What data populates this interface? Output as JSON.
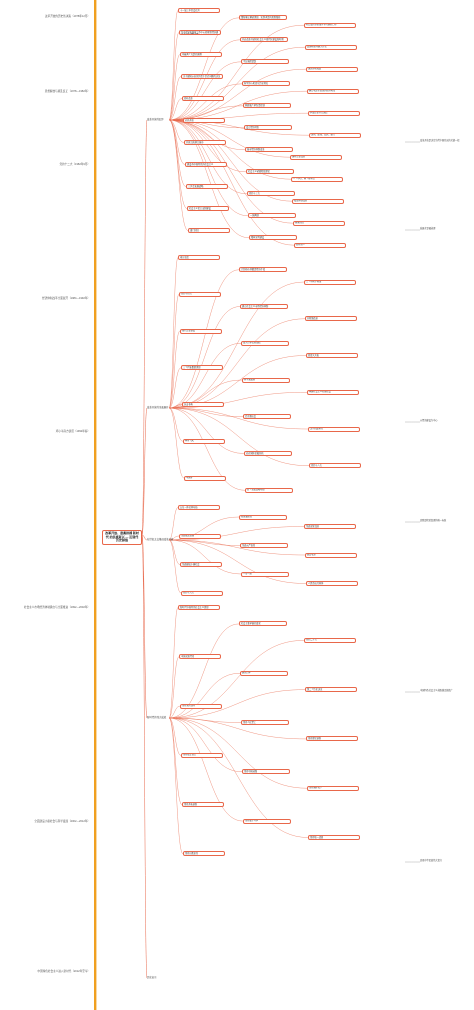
{
  "page": {
    "root_title": "改革开放、奋勇拼搏 新时代  的民族复兴 — 近现代历史脉络"
  },
  "colors": {
    "timeline": "#f0a020",
    "connector": "#e8674a",
    "node_border": "#e8674a"
  },
  "timeline": {
    "labels": [
      "改革开放的历史性决策（1978年12月）",
      "思想解放与拨乱反正（1978—1982年）",
      "党的十二大（1982年9月）",
      "经济体制改革全面展开（1984—1992年）",
      "邓小平南方谈话（1992年春）",
      "社会主义市场经济体制确立与全面推进（1992—2002年）",
      "全面建设小康社会与科学发展（2002—2012年）",
      "中国特色社会主义进入新时代（2012年至今）"
    ]
  },
  "branches": [
    {
      "label": "改革开放的起步"
    },
    {
      "label": "改革开放的全面展开"
    },
    {
      "label": "在世纪之交推进改革开放"
    },
    {
      "label": "新时代的伟大成就"
    },
    {
      "label": "历史启示"
    }
  ],
  "nodes": [
    "十一届三中全会召开",
    "重新确立解放思想、实事求是的思想路线",
    "停止使用以阶级斗争为纲的口号",
    "作出把党和国家工作中心转移到经济建设上来的战略决策",
    "开启改革开放和社会主义现代化建设新时期",
    "真理标准问题大讨论",
    "冲破两个凡是的束缚",
    "平反冤假错案",
    "落实各项政策",
    "关于建国以来党的若干历史问题的决议",
    "科学评价毛泽东历史地位",
    "确立毛泽东思想的指导地位",
    "农村改革",
    "家庭联产承包责任制",
    "乡镇企业异军突起",
    "对外开放",
    "设立经济特区",
    "深圳、珠海、汕头、厦门",
    "开放沿海港口城市",
    "城市经济体制改革",
    "国有企业改革",
    "建设有中国特色的社会主义",
    "社会主义初级阶段理论",
    "一个中心、两个基本点",
    "三步走发展战略",
    "党的十三大",
    "政治体制改革",
    "社会主义民主法制建设",
    "一国两制",
    "香港回归",
    "澳门回归",
    "精神文明建设",
    "四有新人",
    "南方谈话",
    "计划和市场都是经济手段",
    "三个有利于标准",
    "党的十四大",
    "建立社会主义市场经济体制",
    "分税制改革",
    "现代企业制度",
    "加入世界贸易组织",
    "西部大开发",
    "三个代表重要思想",
    "科学发展观",
    "构建社会主义和谐社会",
    "抗击非典",
    "北京奥运会",
    "汶川抗震救灾",
    "神舟飞天",
    "应对国际金融危机",
    "党的十八大",
    "中国梦",
    "四个全面战略布局",
    "五位一体总体布局",
    "新发展理念",
    "全面深化改革",
    "全面依法治国",
    "全面从严治党",
    "脱贫攻坚",
    "全面建成小康社会",
    "一带一路",
    "人类命运共同体",
    "党的十九大",
    "新时代中国特色社会主义思想",
    "社会主要矛盾的变化",
    "党的二十大",
    "中国式现代化",
    "建党百年",
    "第二个历史决议",
    "坚持党的领导",
    "坚持人民至上",
    "坚持理论创新",
    "坚持独立自主",
    "坚持中国道路",
    "坚持胸怀天下",
    "坚持开拓创新",
    "坚持敢于斗争",
    "坚持统一战线",
    "坚持自我革命"
  ],
  "notes": [
    "改革开放是决定当代中国命运的关键一招",
    "发展才是硬道理",
    "以经济建设为中心",
    "实践是检验真理的唯一标准",
    "中国特色社会主义道路越走越宽广",
    "实现中华民族伟大复兴"
  ]
}
